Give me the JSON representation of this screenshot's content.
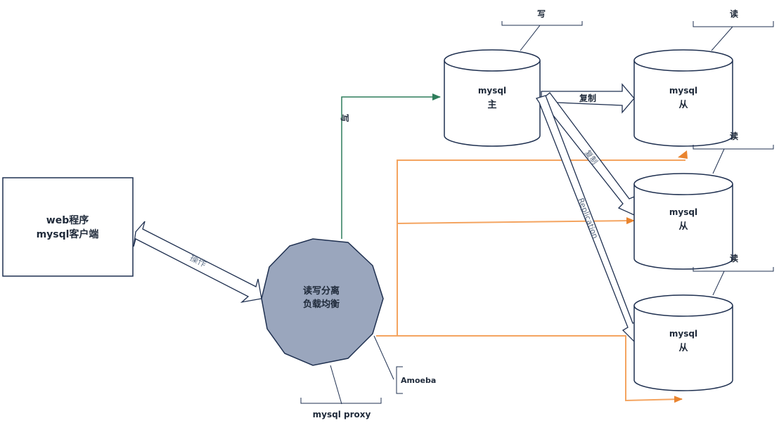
{
  "client": {
    "line1": "web程序",
    "line2": "mysql客户端"
  },
  "op_label": "操作",
  "proxy": {
    "line1": "读写分离",
    "line2": "负载均衡",
    "caption": "mysql proxy"
  },
  "annotation": "Amoeba",
  "write_label": "写",
  "master": {
    "line1": "mysql",
    "line2": "主",
    "caption": "写"
  },
  "copy_label": "复制",
  "replication_labels": [
    "复制",
    "Replication"
  ],
  "slaves": [
    {
      "line1": "mysql",
      "line2": "从",
      "caption": "读"
    },
    {
      "line1": "mysql",
      "line2": "从",
      "caption": "读"
    },
    {
      "line1": "mysql",
      "line2": "从",
      "caption": "读"
    }
  ],
  "colors": {
    "write_arrow": "#2e7d5b",
    "read_arrow": "#f4a460",
    "read_arrowhead": "#e9842f",
    "proxy_fill": "#9aa6bd",
    "stroke": "#1f3050"
  }
}
